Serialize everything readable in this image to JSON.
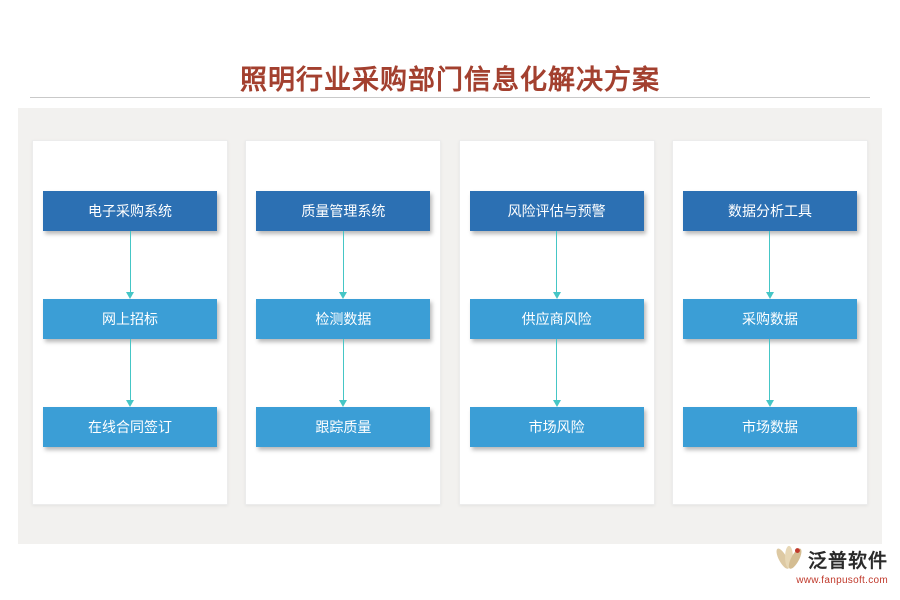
{
  "title": "照明行业采购部门信息化解决方案",
  "columns": [
    {
      "header": "电子采购系统",
      "items": [
        "网上招标",
        "在线合同签订"
      ]
    },
    {
      "header": "质量管理系统",
      "items": [
        "检测数据",
        "跟踪质量"
      ]
    },
    {
      "header": "风险评估与预警",
      "items": [
        "供应商风险",
        "市场风险"
      ]
    },
    {
      "header": "数据分析工具",
      "items": [
        "采购数据",
        "市场数据"
      ]
    }
  ],
  "logo": {
    "name": "泛普软件",
    "url": "www.fanpusoft.com",
    "icon": "fan-logo-icon"
  },
  "colors": {
    "title_red": "#a3402f",
    "header_blue": "#2c70b3",
    "node_blue": "#3b9ed6",
    "arrow_teal": "#45c6c6",
    "panel_gray": "#f2f1ef",
    "url_red": "#c0392b"
  }
}
